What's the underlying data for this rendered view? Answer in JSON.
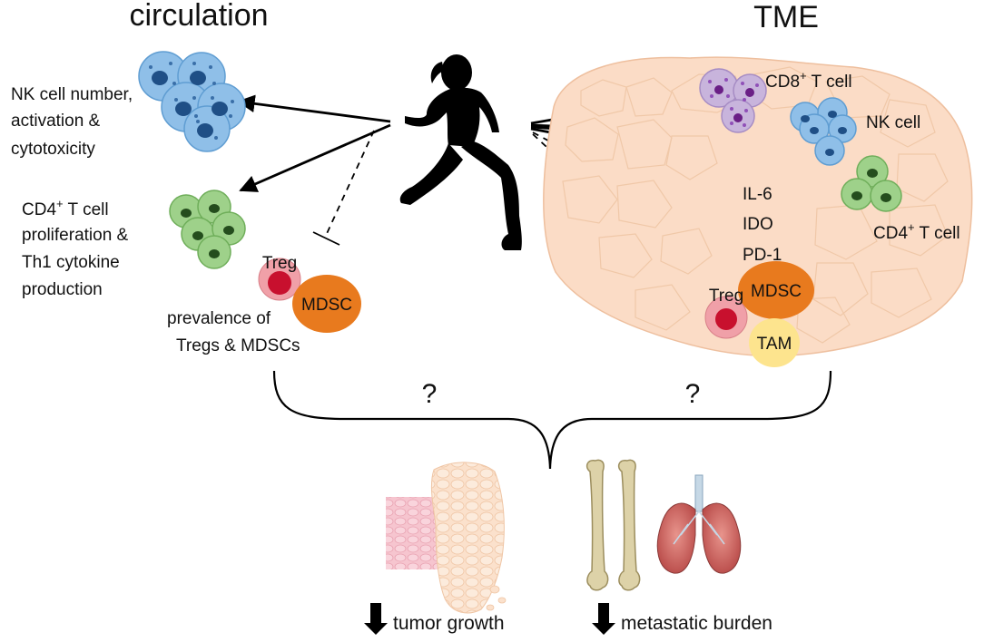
{
  "headings": {
    "left": "circulation",
    "right": "TME"
  },
  "circulation": {
    "nk_label": [
      "NK cell number,",
      "activation &",
      "cytotoxicity"
    ],
    "cd4_label": [
      "CD4",
      "+",
      " T cell",
      "proliferation &",
      "Th1 cytokine",
      "production"
    ],
    "treg": "Treg",
    "mdsc": "MDSC",
    "prevalence_label": [
      "prevalence  of",
      "Tregs & MDSCs"
    ]
  },
  "tme": {
    "cd8": [
      "CD8",
      "+",
      " T cell"
    ],
    "nk": "NK cell",
    "cd4": [
      "CD4",
      "+",
      " T cell"
    ],
    "factors": [
      "IL-6",
      "IDO",
      "PD-1"
    ],
    "treg": "Treg",
    "mdsc": "MDSC",
    "tam": "TAM"
  },
  "unknown": {
    "left": "?",
    "right": "?"
  },
  "outcomes": {
    "tumor": "tumor growth",
    "metastatic": "metastatic burden"
  },
  "colors": {
    "nk_blue": "#8fbfe8",
    "t_green": "#9ed18a",
    "cd8_purple": "#c8b4dc",
    "treg_pink": "#f0a0a8",
    "treg_core": "#c8102e",
    "mdsc_orange": "#e87a1e",
    "tam_yellow": "#fde48e",
    "tme_tissue": "#fbdcc6"
  }
}
